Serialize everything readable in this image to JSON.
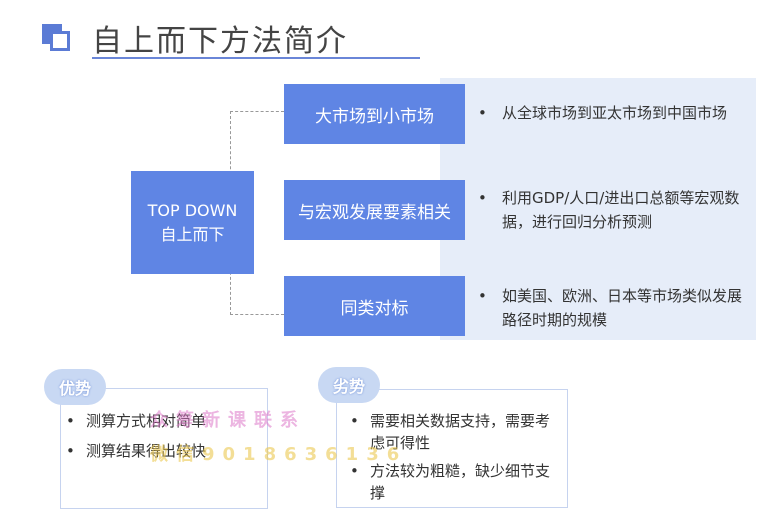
{
  "header": {
    "title": "自上而下方法简介"
  },
  "diagram": {
    "root": {
      "line1": "TOP DOWN",
      "line2": "自上而下"
    },
    "branches": [
      {
        "label": "大市场到小市场",
        "detail": "从全球市场到亚太市场到中国市场"
      },
      {
        "label": "与宏观发展要素相关",
        "detail": "利用GDP/人口/进出口总额等宏观数据，进行回归分析预测"
      },
      {
        "label": "同类对标",
        "detail": "如美国、欧洲、日本等市场类似发展路径时期的规模"
      }
    ]
  },
  "advantages": {
    "label": "优势",
    "items": [
      "测算方式相对简单",
      "测算结果得出较快"
    ]
  },
  "disadvantages": {
    "label": "劣势",
    "items": [
      "需要相关数据支持，需要考虑可得性",
      "方法较为粗糙，缺少细节支撑"
    ]
  },
  "bullet": "•",
  "watermark": {
    "line1": "众筹新课联系",
    "line2": "微信9018636136"
  },
  "colors": {
    "accent": "#5f85e4",
    "panel": "#e6edf9",
    "pill": "#c8d8f3"
  }
}
